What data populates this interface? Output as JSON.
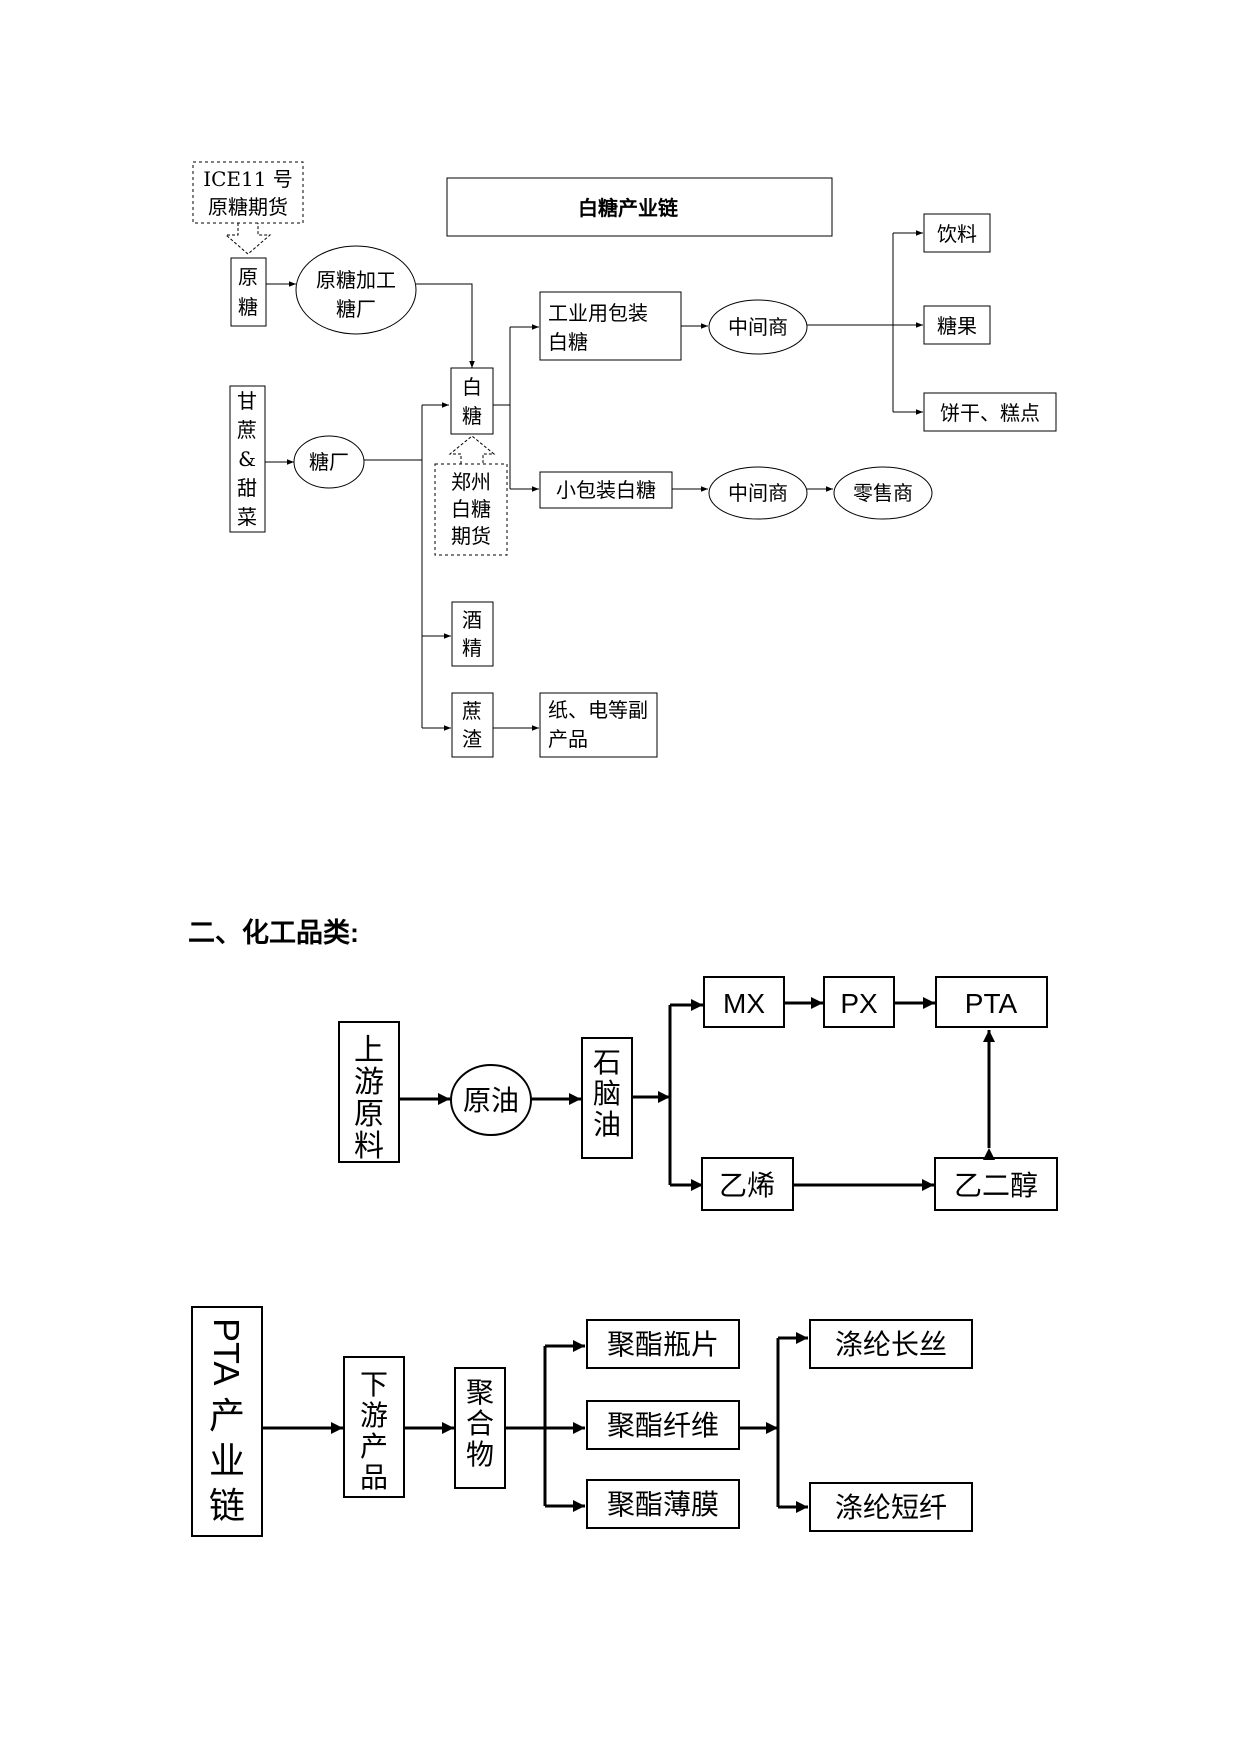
{
  "sugar": {
    "title": "白糖产业链",
    "ice": [
      "ICE11 号",
      "原糖期货"
    ],
    "raw_sugar": [
      "原",
      "糖"
    ],
    "refinery": [
      "原糖加工",
      "糖厂"
    ],
    "cane_beet": [
      "甘",
      "蔗",
      "&",
      "甜",
      "菜"
    ],
    "sugar_mill": "糖厂",
    "white_sugar": [
      "白",
      "糖"
    ],
    "zhengzhou": [
      "郑州",
      "白糖",
      "期货"
    ],
    "industrial": [
      "工业用包装",
      "白糖"
    ],
    "small_pack": "小包装白糖",
    "middleman_a": "中间商",
    "middleman_b": "中间商",
    "retailer": "零售商",
    "drinks": "饮料",
    "candy": "糖果",
    "biscuits": "饼干、糕点",
    "alcohol": [
      "酒",
      "精"
    ],
    "bagasse": [
      "蔗",
      "渣"
    ],
    "byproducts": [
      "纸、电等副",
      "产品"
    ]
  },
  "chem": {
    "heading": "二、化工品类:",
    "upstream": [
      "上",
      "游",
      "原",
      "料"
    ],
    "crude": "原油",
    "naphtha": [
      "石",
      "脑",
      "油"
    ],
    "mx": "MX",
    "px": "PX",
    "pta": "PTA",
    "ethylene": "乙烯",
    "glycol": "乙二醇"
  },
  "pta": {
    "chain": [
      "PTA",
      "产",
      "业",
      "链"
    ],
    "downstream": [
      "下",
      "游",
      "产",
      "品"
    ],
    "polymer": [
      "聚",
      "合",
      "物"
    ],
    "bottle": "聚酯瓶片",
    "fiber": "聚酯纤维",
    "film": "聚酯薄膜",
    "filament": "涤纶长丝",
    "staple": "涤纶短纤"
  }
}
